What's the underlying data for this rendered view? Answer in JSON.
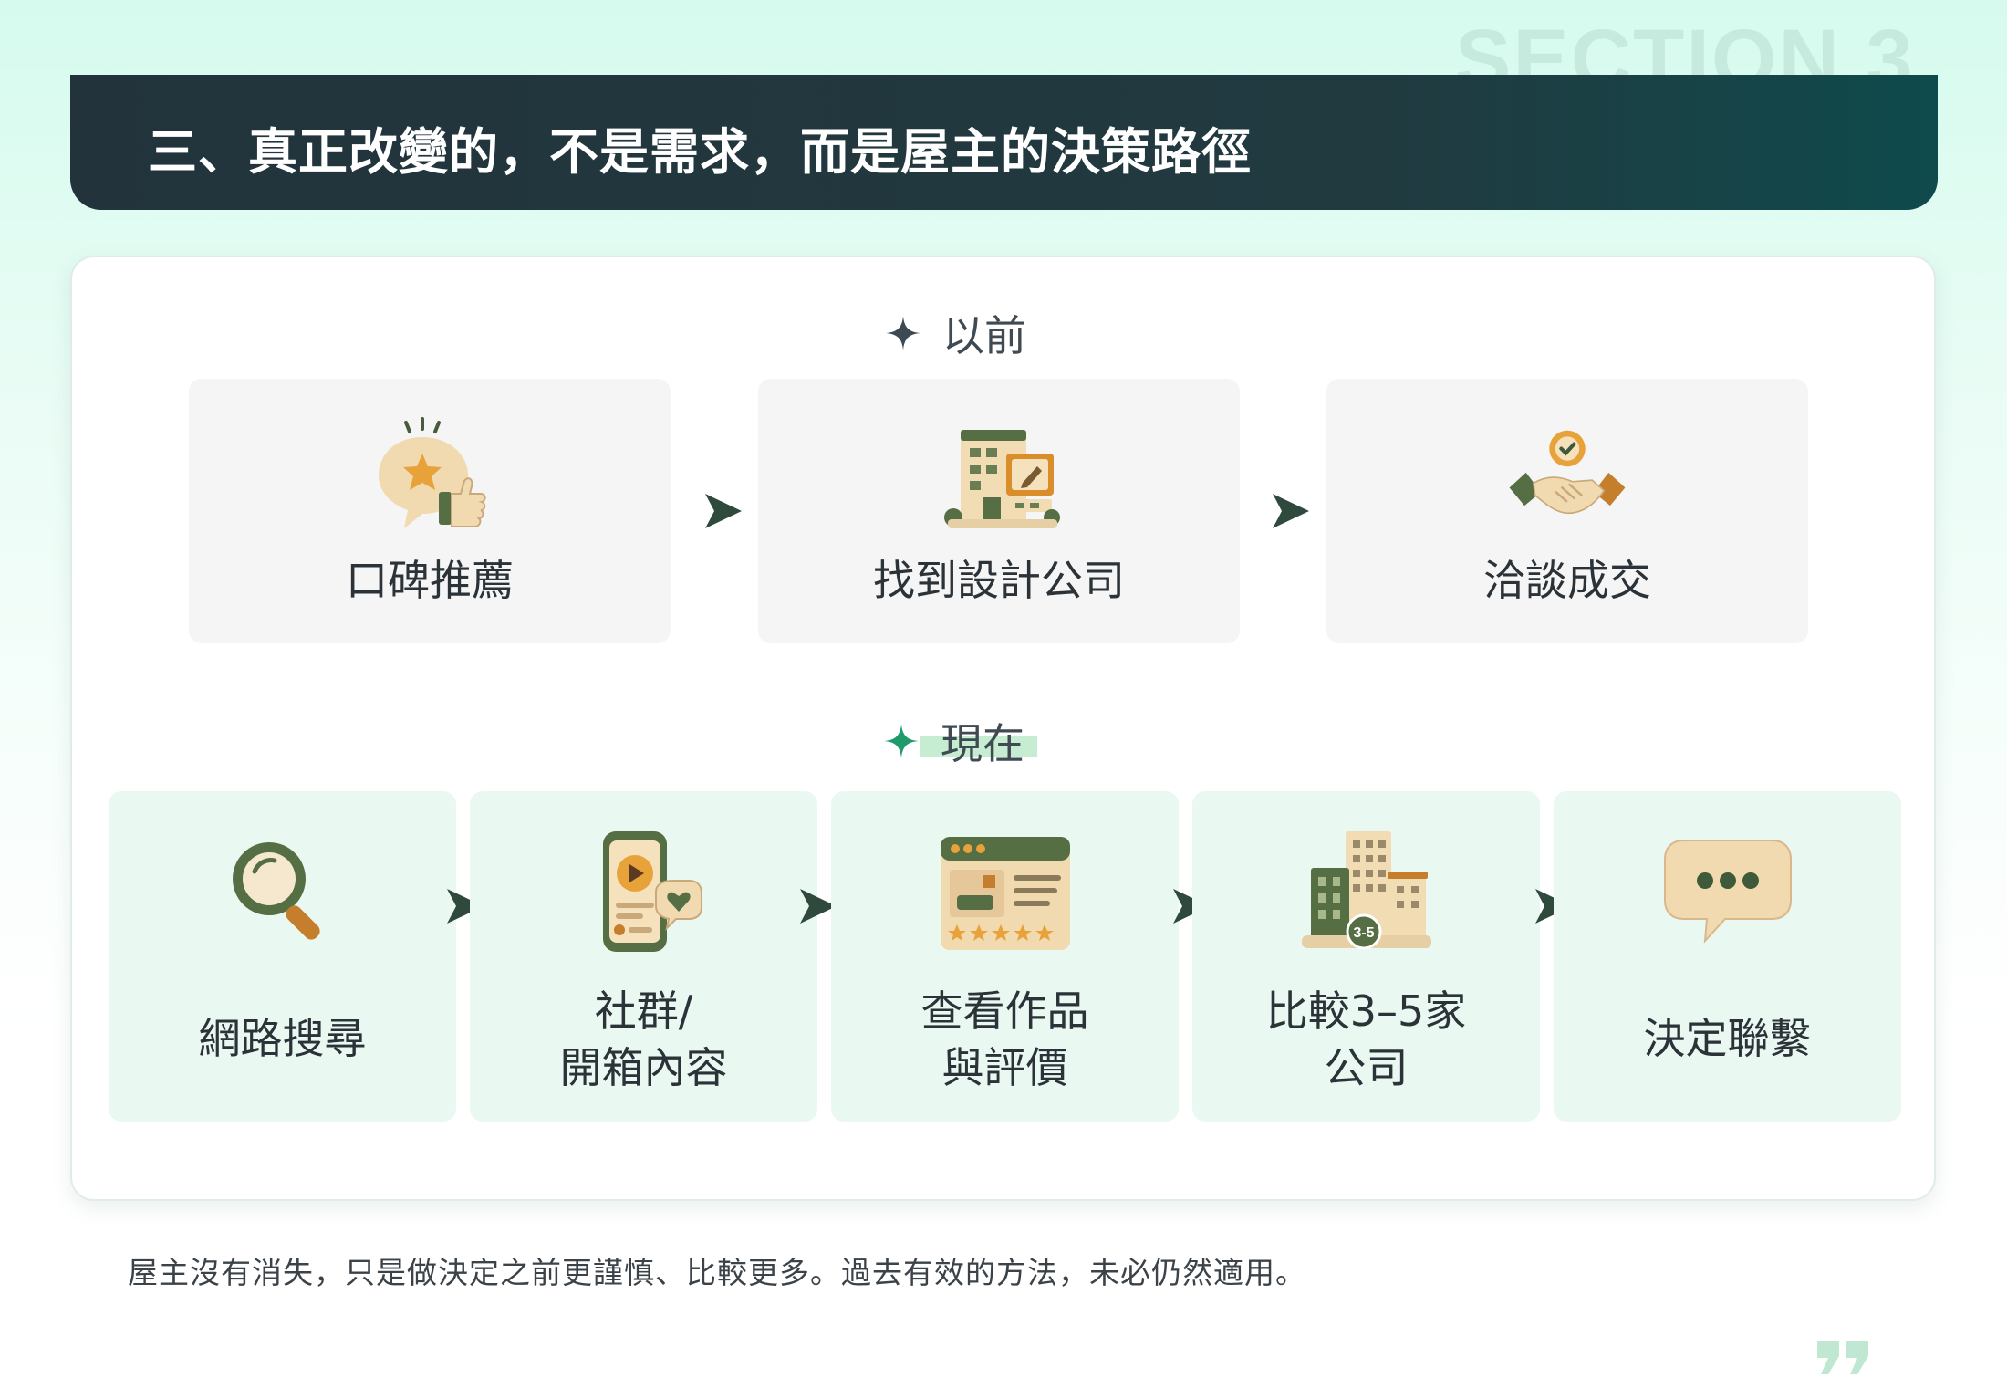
{
  "watermark": "SECTION 3",
  "header": {
    "title": "三、真正改變的，不是需求，而是屋主的決策路徑"
  },
  "before": {
    "label": "以前",
    "steps": [
      {
        "label": "口碑推薦",
        "icon": "thumbs-up-star-icon"
      },
      {
        "label": "找到設計公司",
        "icon": "design-company-building-icon"
      },
      {
        "label": "洽談成交",
        "icon": "handshake-badge-icon"
      }
    ]
  },
  "now": {
    "label": "現在",
    "steps": [
      {
        "label": "網路搜尋",
        "icon": "magnifier-icon"
      },
      {
        "label": "社群/\n開箱內容",
        "icon": "phone-video-heart-icon"
      },
      {
        "label": "查看作品\n與評價",
        "icon": "portfolio-rating-window-icon"
      },
      {
        "label": "比較3–5家\n公司",
        "icon": "buildings-compare-icon",
        "badge": "3-5"
      },
      {
        "label": "決定聯繫",
        "icon": "chat-bubble-icon"
      }
    ]
  },
  "footer": {
    "text": "屋主沒有消失，只是做決定之前更謹慎、比較更多。過去有效的方法，未必仍然適用。"
  },
  "colors": {
    "header_bg": "#22333b",
    "accent_green": "#1f9a6a",
    "dark_green": "#3f5a3a",
    "gold": "#e8a23a"
  }
}
